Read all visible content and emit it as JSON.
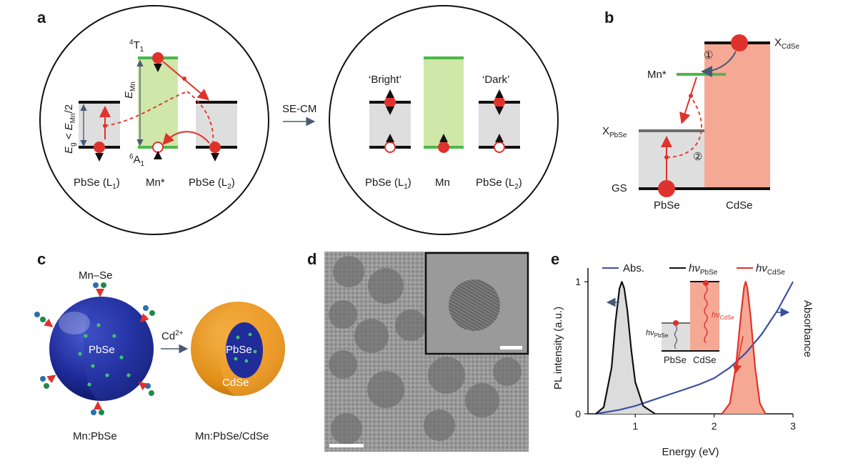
{
  "panels": {
    "a": {
      "letter": "a",
      "left_circle": {
        "pbse_l1": "PbSe (L",
        "pbse_l1_sub": "1",
        "pbse_l1_close": ")",
        "mn_star": "Mn*",
        "pbse_l2": "PbSe (L",
        "pbse_l2_sub": "2",
        "pbse_l2_close": ")",
        "t1_sup": "4",
        "t1": "T",
        "t1_sub": "1",
        "a1_sup": "6",
        "a1": "A",
        "a1_sub": "1",
        "emn": "E",
        "emn_sub": "Mn",
        "eg_cond_e": "E",
        "eg_cond_g": "g",
        "eg_cond_lt": " < E",
        "eg_cond_mn": "Mn",
        "eg_cond_half": "/2"
      },
      "arrow_label": "SE-CM",
      "right_circle": {
        "bright": "‘Bright’",
        "dark": "‘Dark’",
        "pbse_l1": "PbSe (L",
        "pbse_l1_sub": "1",
        "pbse_l1_close": ")",
        "mn": "Mn",
        "pbse_l2": "PbSe (L",
        "pbse_l2_sub": "2",
        "pbse_l2_close": ")"
      }
    },
    "b": {
      "letter": "b",
      "xcdse": "X",
      "xcdse_sub": "CdSe",
      "xpbse": "X",
      "xpbse_sub": "PbSe",
      "mn_star": "Mn*",
      "gs": "GS",
      "step1": "①",
      "step2": "②",
      "pbse": "PbSe",
      "cdse": "CdSe"
    },
    "c": {
      "letter": "c",
      "mn_se": "Mn–Se",
      "core_label": "PbSe",
      "cd_ion": "Cd",
      "cd_ion_sup": "2+",
      "core2_label": "PbSe",
      "shell_label": "CdSe",
      "left_caption": "Mn:PbSe",
      "right_caption": "Mn:PbSe/CdSe"
    },
    "d": {
      "letter": "d"
    },
    "e": {
      "letter": "e",
      "legend": {
        "abs": "Abs.",
        "hv_pbse": "hν",
        "hv_pbse_sub": "PbSe",
        "hv_cdse": "hν",
        "hv_cdse_sub": "CdSe"
      },
      "inset": {
        "hv_pbse": "hν",
        "hv_pbse_sub": "PbSe",
        "hv_cdse": "hν",
        "hv_cdse_sub": "CdSe",
        "pbse": "PbSe",
        "cdse": "CdSe"
      },
      "colors": {
        "abs": "#3b4fa0",
        "pbse": "#111111",
        "cdse": "#e0322c"
      }
    }
  },
  "chart_data": {
    "type": "line",
    "xlabel": "Energy (eV)",
    "ylabel": "PL intensity (a.u.)",
    "ylabel_right": "Absorbance",
    "xlim": [
      0.4,
      3.0
    ],
    "ylim": [
      0,
      1.05
    ],
    "xticks": [
      1,
      2,
      3
    ],
    "yticks": [
      0,
      1
    ],
    "series": [
      {
        "name": "Abs.",
        "x": [
          0.5,
          0.8,
          1.0,
          1.2,
          1.4,
          1.6,
          1.8,
          2.0,
          2.2,
          2.4,
          2.6,
          2.8,
          3.0
        ],
        "y": [
          0.0,
          0.03,
          0.06,
          0.1,
          0.14,
          0.18,
          0.22,
          0.27,
          0.35,
          0.46,
          0.6,
          0.78,
          1.0
        ]
      },
      {
        "name": "hν PbSe",
        "x": [
          0.5,
          0.6,
          0.7,
          0.75,
          0.8,
          0.83,
          0.86,
          0.9,
          0.95,
          1.0,
          1.1,
          1.25
        ],
        "y": [
          0.0,
          0.05,
          0.35,
          0.7,
          0.95,
          1.0,
          0.95,
          0.78,
          0.48,
          0.24,
          0.06,
          0.0
        ]
      },
      {
        "name": "hν CdSe",
        "x": [
          2.1,
          2.2,
          2.28,
          2.34,
          2.38,
          2.4,
          2.42,
          2.46,
          2.52,
          2.58,
          2.65
        ],
        "y": [
          0.0,
          0.08,
          0.38,
          0.75,
          0.96,
          1.0,
          0.96,
          0.75,
          0.35,
          0.08,
          0.0
        ]
      }
    ]
  }
}
